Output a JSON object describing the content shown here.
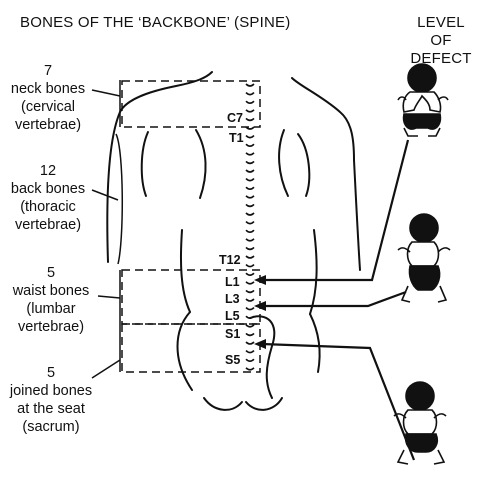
{
  "title": "BONES OF THE ‘BACKBONE’ (SPINE)",
  "level_title": [
    "LEVEL",
    "OF DEFECT"
  ],
  "groups": [
    {
      "count": "7",
      "name": "neck bones",
      "latin": [
        "(cervical",
        "vertebrae)"
      ]
    },
    {
      "count": "12",
      "name": "back bones",
      "latin": [
        "(thoracic",
        "vertebrae)"
      ]
    },
    {
      "count": "5",
      "name": "waist bones",
      "latin": [
        "(lumbar",
        "vertebrae)"
      ]
    },
    {
      "count": "5",
      "name": "joined bones",
      "latin": [
        "at the seat",
        "(sacrum)"
      ]
    }
  ],
  "vertebra_labels": [
    "C7",
    "T1",
    "T12",
    "L1",
    "L3",
    "L5",
    "S1",
    "S5"
  ],
  "colors": {
    "ink": "#111111",
    "background": "#ffffff"
  }
}
